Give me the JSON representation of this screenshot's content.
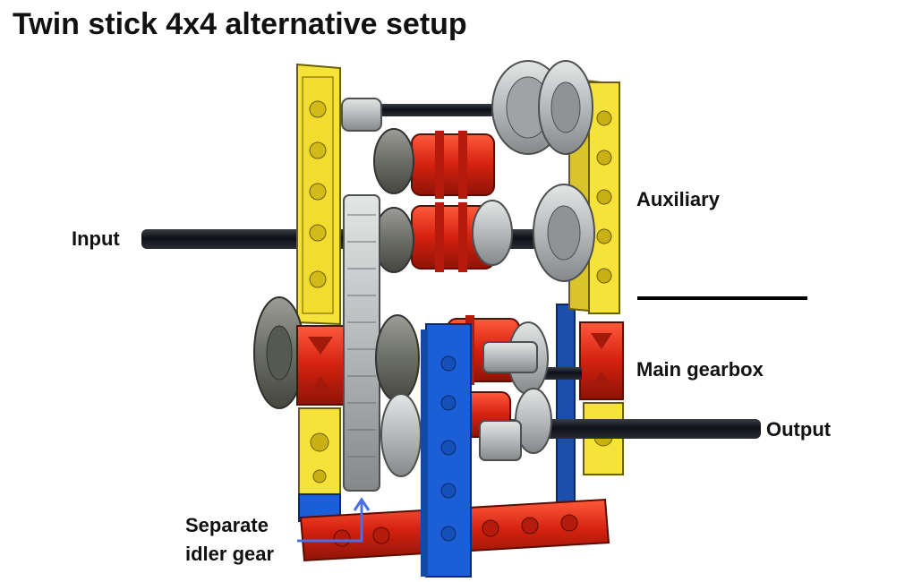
{
  "title": "Twin stick 4x4 alternative setup",
  "labels": {
    "input": "Input",
    "output": "Output",
    "auxiliary": "Auxiliary",
    "main_gearbox": "Main gearbox",
    "idler_line1": "Separate",
    "idler_line2": "idler gear"
  },
  "colors": {
    "yellow_beam": "#f5e33a",
    "red_part": "#dd2a17",
    "blue_beam": "#1b5fd8",
    "gear_grey": "#b9bcbd",
    "dark_grey": "#6f716c",
    "axle_black": "#15181d",
    "pointer_blue": "#4a6ee8"
  }
}
